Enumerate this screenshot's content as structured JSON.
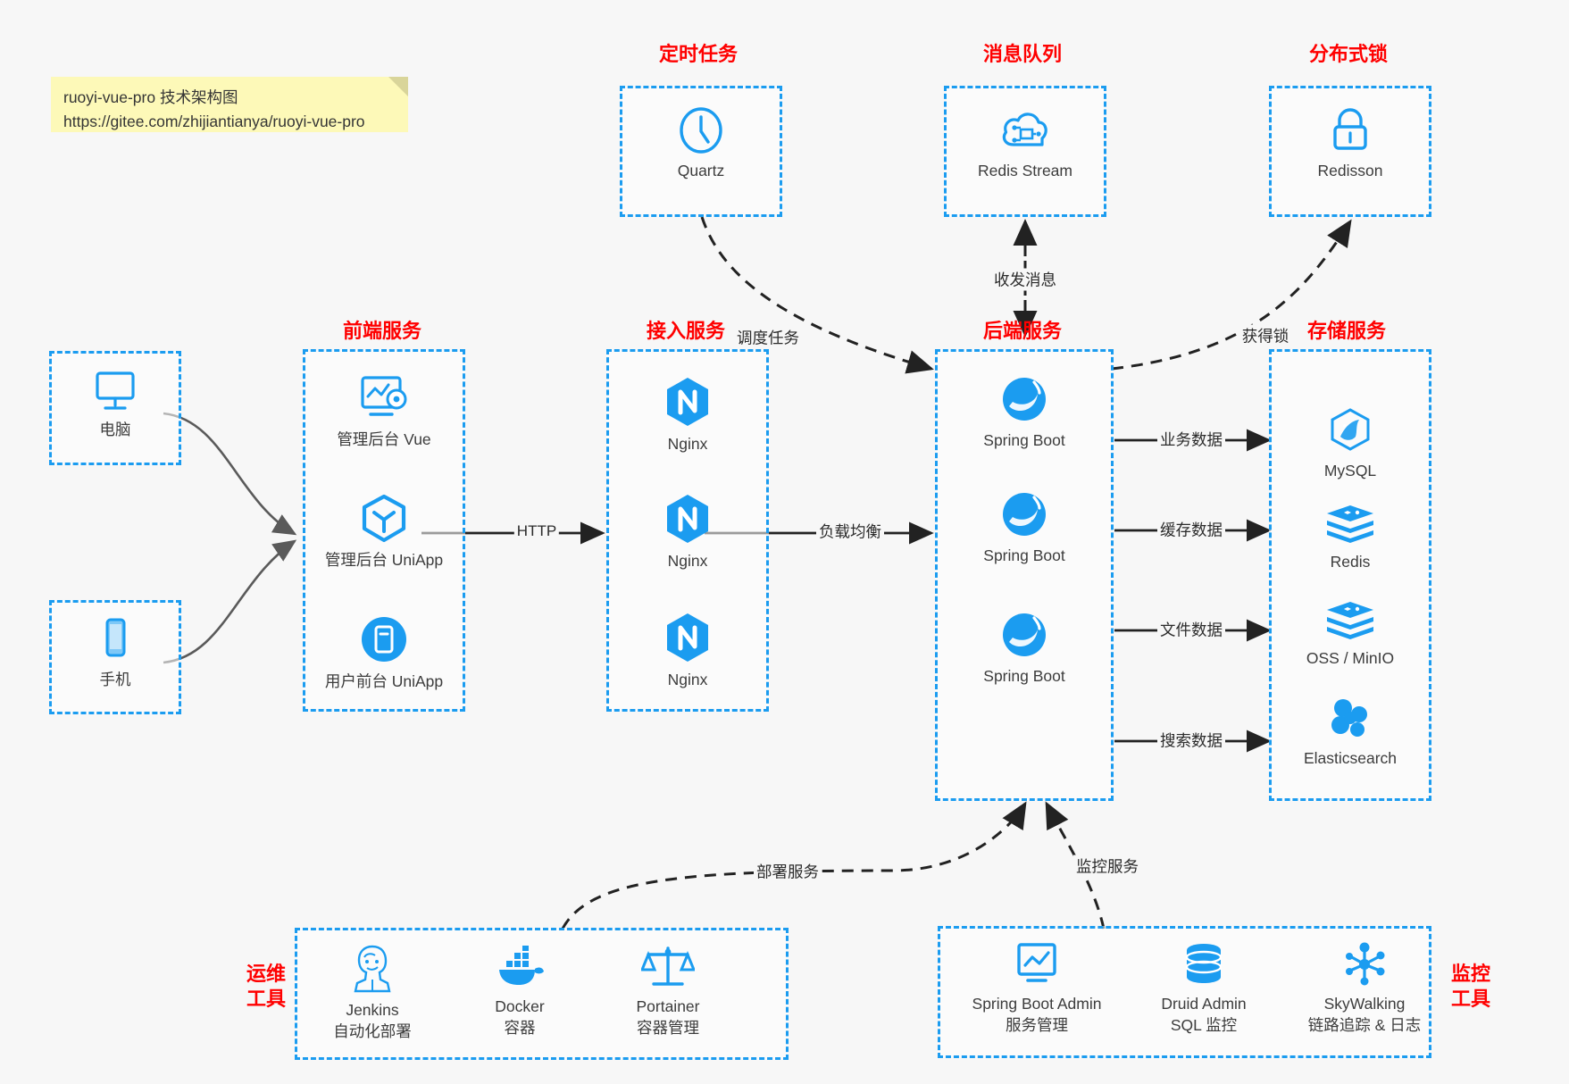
{
  "note": {
    "line1": "ruoyi-vue-pro 技术架构图",
    "line2": "https://gitee.com/zhijiantianya/ruoyi-vue-pro"
  },
  "colors": {
    "accent_blue": "#1b9cf0",
    "title_red": "#ff0000",
    "note_yellow": "#fdf9b8",
    "arrow_gray": "#5a5a5a",
    "arrow_black": "#222222",
    "background": "#f7f7f7"
  },
  "groups": {
    "scheduler": {
      "title": "定时任务",
      "nodes": [
        {
          "label": "Quartz",
          "icon": "clock-icon"
        }
      ]
    },
    "mq": {
      "title": "消息队列",
      "nodes": [
        {
          "label": "Redis Stream",
          "icon": "cloud-stream-icon"
        }
      ]
    },
    "lock": {
      "title": "分布式锁",
      "nodes": [
        {
          "label": "Redisson",
          "icon": "lock-icon"
        }
      ]
    },
    "clients": {
      "nodes": [
        {
          "label": "电脑",
          "icon": "desktop-icon"
        },
        {
          "label": "手机",
          "icon": "mobile-icon"
        }
      ]
    },
    "frontend": {
      "title": "前端服务",
      "nodes": [
        {
          "label": "管理后台 Vue",
          "icon": "dashboard-vue-icon"
        },
        {
          "label": "管理后台 UniApp",
          "icon": "cube-icon"
        },
        {
          "label": "用户前台 UniApp",
          "icon": "app-circle-icon"
        }
      ]
    },
    "gateway": {
      "title": "接入服务",
      "nodes": [
        {
          "label": "Nginx",
          "icon": "nginx-icon"
        },
        {
          "label": "Nginx",
          "icon": "nginx-icon"
        },
        {
          "label": "Nginx",
          "icon": "nginx-icon"
        }
      ]
    },
    "backend": {
      "title": "后端服务",
      "nodes": [
        {
          "label": "Spring Boot",
          "icon": "spring-icon"
        },
        {
          "label": "Spring Boot",
          "icon": "spring-icon"
        },
        {
          "label": "Spring Boot",
          "icon": "spring-icon"
        }
      ]
    },
    "storage": {
      "title": "存储服务",
      "nodes": [
        {
          "label": "MySQL",
          "icon": "mysql-icon"
        },
        {
          "label": "Redis",
          "icon": "redis-icon"
        },
        {
          "label": "OSS / MinIO",
          "icon": "oss-icon"
        },
        {
          "label": "Elasticsearch",
          "icon": "elasticsearch-icon"
        }
      ]
    },
    "devops": {
      "title": "运维\n工具",
      "title_line1": "运维",
      "title_line2": "工具",
      "nodes": [
        {
          "label": "Jenkins",
          "sub": "自动化部署",
          "icon": "jenkins-icon"
        },
        {
          "label": "Docker",
          "sub": "容器",
          "icon": "docker-icon"
        },
        {
          "label": "Portainer",
          "sub": "容器管理",
          "icon": "scales-icon"
        }
      ]
    },
    "monitor": {
      "title_line1": "监控",
      "title_line2": "工具",
      "nodes": [
        {
          "label": "Spring Boot Admin",
          "sub": "服务管理",
          "icon": "monitor-chart-icon"
        },
        {
          "label": "Druid Admin",
          "sub": "SQL 监控",
          "icon": "database-icon"
        },
        {
          "label": "SkyWalking",
          "sub": "链路追踪 & 日志",
          "icon": "skywalking-icon"
        }
      ]
    }
  },
  "edges": [
    {
      "id": "http",
      "label": "HTTP"
    },
    {
      "id": "loadbalance",
      "label": "负载均衡"
    },
    {
      "id": "schedule",
      "label": "调度任务"
    },
    {
      "id": "mq-send",
      "label": "收发消息"
    },
    {
      "id": "get-lock",
      "label": "获得锁"
    },
    {
      "id": "biz-data",
      "label": "业务数据"
    },
    {
      "id": "cache-data",
      "label": "缓存数据"
    },
    {
      "id": "file-data",
      "label": "文件数据"
    },
    {
      "id": "search-data",
      "label": "搜索数据"
    },
    {
      "id": "deploy",
      "label": "部署服务"
    },
    {
      "id": "monitoring",
      "label": "监控服务"
    }
  ]
}
